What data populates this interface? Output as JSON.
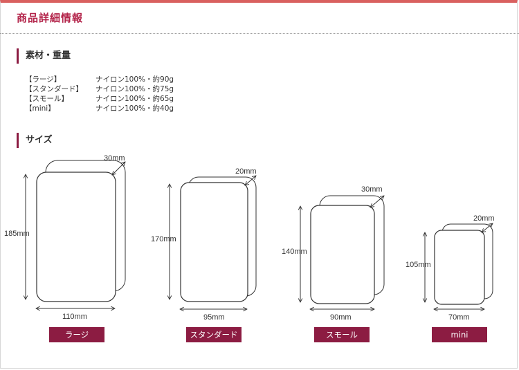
{
  "header": {
    "title": "商品詳細情報"
  },
  "materials": {
    "heading": "素材・重量",
    "rows": [
      {
        "name": "【ラージ】",
        "spec": "ナイロン100%・約90g"
      },
      {
        "name": "【スタンダード】",
        "spec": "ナイロン100%・約75g"
      },
      {
        "name": "【スモール】",
        "spec": "ナイロン100%・約65g"
      },
      {
        "name": "【mini】",
        "spec": "ナイロン100%・約40g"
      }
    ]
  },
  "sizes": {
    "heading": "サイズ",
    "items": [
      {
        "label": "ラージ",
        "height": "185mm",
        "width": "110mm",
        "depth": "30mm"
      },
      {
        "label": "スタンダード",
        "height": "170mm",
        "width": "95mm",
        "depth": "20mm"
      },
      {
        "label": "スモール",
        "height": "140mm",
        "width": "90mm",
        "depth": "30mm"
      },
      {
        "label": "mini",
        "height": "105mm",
        "width": "70mm",
        "depth": "20mm"
      }
    ]
  },
  "colors": {
    "accent": "#8c1c42",
    "title": "#b3244a",
    "top_bar": "#d9605f"
  }
}
